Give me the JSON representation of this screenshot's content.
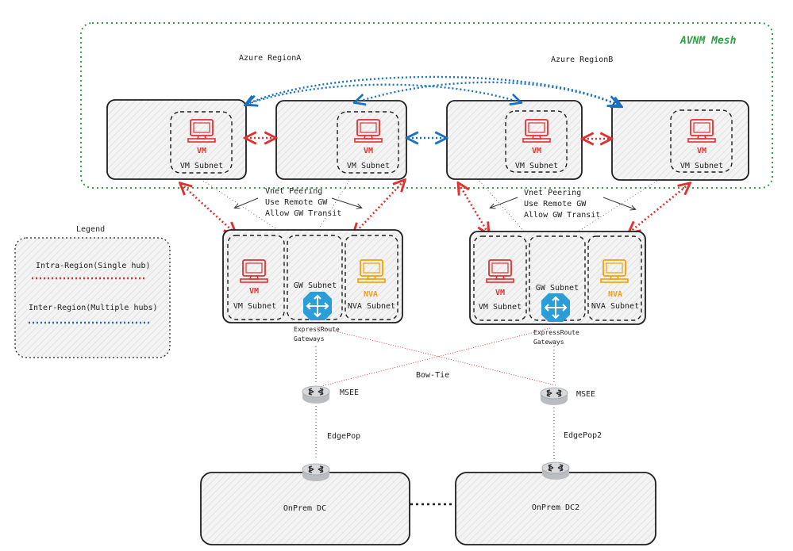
{
  "mesh": {
    "title": "AVNM Mesh",
    "region_a": "Azure RegionA",
    "region_b": "Azure RegionB"
  },
  "spokes": [
    {
      "vm_label": "VM",
      "subnet_label": "VM Subnet"
    },
    {
      "vm_label": "VM",
      "subnet_label": "VM Subnet"
    },
    {
      "vm_label": "VM",
      "subnet_label": "VM Subnet"
    },
    {
      "vm_label": "VM",
      "subnet_label": "VM Subnet"
    }
  ],
  "peering_notes": [
    {
      "line1": "Vnet Peering",
      "line2": "Use Remote GW",
      "line3": "Allow GW Transit"
    },
    {
      "line1": "Vnet Peering",
      "line2": "Use Remote GW",
      "line3": "Allow GW Transit"
    }
  ],
  "hubs": [
    {
      "vm_label": "VM",
      "vm_subnet": "VM Subnet",
      "gw_subnet": "GW Subnet",
      "nva_label": "NVA",
      "nva_subnet": "NVA Subnet",
      "gateway_line1": "ExpressRoute",
      "gateway_line2": "Gateways"
    },
    {
      "vm_label": "VM",
      "vm_subnet": "VM Subnet",
      "gw_subnet": "GW Subnet",
      "nva_label": "NVA",
      "nva_subnet": "NVA Subnet",
      "gateway_line1": "ExpressRoute",
      "gateway_line2": "Gateways"
    }
  ],
  "legend": {
    "title": "Legend",
    "intra": "Intra-Region(Single hub)",
    "inter": "Inter-Region(Multiple hubs)"
  },
  "bowtie_label": "Bow-Tie",
  "msee": [
    {
      "label": "MSEE"
    },
    {
      "label": "MSEE"
    }
  ],
  "edgepops": [
    {
      "label": "EdgePop"
    },
    {
      "label": "EdgePop2"
    }
  ],
  "datacenters": [
    {
      "label": "OnPrem DC"
    },
    {
      "label": "OnPrem DC2"
    }
  ],
  "colors": {
    "mesh_border": "#2f9e44",
    "intra_region": "#e03131",
    "inter_region": "#1971c2",
    "vm_icon": "#e03131",
    "nva_icon": "#f59f00",
    "gateway_icon": "#2b9ed8",
    "box_fill": "#f1f1f1",
    "text": "#1e1e1e"
  }
}
